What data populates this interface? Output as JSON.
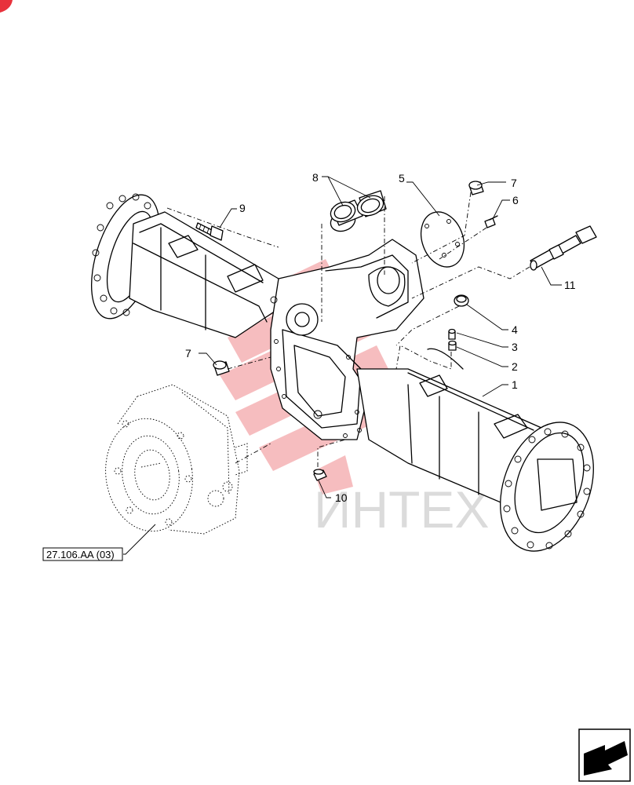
{
  "callouts": [
    {
      "id": "c1",
      "text": "1"
    },
    {
      "id": "c2",
      "text": "2"
    },
    {
      "id": "c3",
      "text": "3"
    },
    {
      "id": "c4",
      "text": "4"
    },
    {
      "id": "c5",
      "text": "5"
    },
    {
      "id": "c6",
      "text": "6"
    },
    {
      "id": "c7a",
      "text": "7"
    },
    {
      "id": "c7b",
      "text": "7"
    },
    {
      "id": "c8",
      "text": "8"
    },
    {
      "id": "c9",
      "text": "9"
    },
    {
      "id": "c10",
      "text": "10"
    },
    {
      "id": "c11",
      "text": "11"
    }
  ],
  "reference_box": {
    "text": "27.106.AA (03)"
  },
  "watermark": {
    "text": "ИНТЕХ",
    "color": "#e8323c"
  },
  "colors": {
    "line": "#000000",
    "corner_badge": "#e8323c",
    "watermark_logo": "#f3a7aa"
  },
  "icons": {
    "nav_arrow": "arrow-icon",
    "corner": "corner-badge-icon"
  }
}
